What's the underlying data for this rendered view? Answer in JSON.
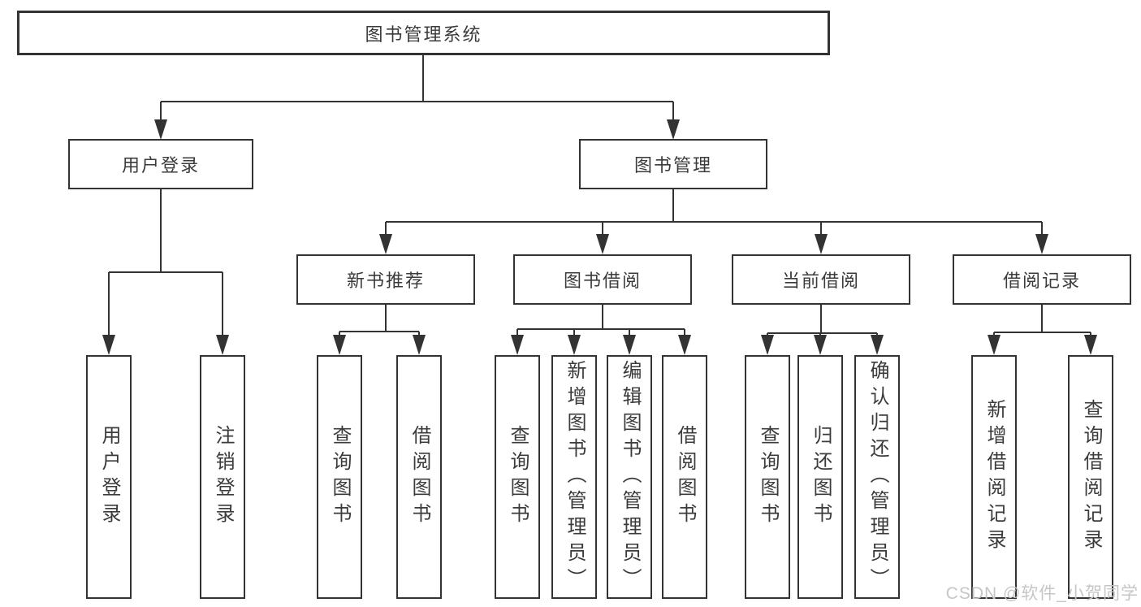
{
  "tree": {
    "root": "图书管理系统",
    "branches": [
      {
        "label": "用户登录",
        "children": [
          {
            "label": "用户登录"
          },
          {
            "label": "注销登录"
          }
        ]
      },
      {
        "label": "图书管理",
        "children": [
          {
            "label": "新书推荐",
            "children": [
              {
                "label": "查询图书"
              },
              {
                "label": "借阅图书"
              }
            ]
          },
          {
            "label": "图书借阅",
            "children": [
              {
                "label": "查询图书"
              },
              {
                "label": "新增图书（管理员）"
              },
              {
                "label": "编辑图书（管理员）"
              },
              {
                "label": "借阅图书"
              }
            ]
          },
          {
            "label": "当前借阅",
            "children": [
              {
                "label": "查询图书"
              },
              {
                "label": "归还图书"
              },
              {
                "label": "确认归还（管理员）"
              }
            ]
          },
          {
            "label": "借阅记录",
            "children": [
              {
                "label": "新增借阅记录"
              },
              {
                "label": "查询借阅记录"
              }
            ]
          }
        ]
      }
    ]
  },
  "watermark": "CSDN @软件_小贺同学",
  "colors": {
    "line": "#333333",
    "text": "#3b3b3b",
    "watermark": "#c6c6c6",
    "background": "#ffffff"
  }
}
